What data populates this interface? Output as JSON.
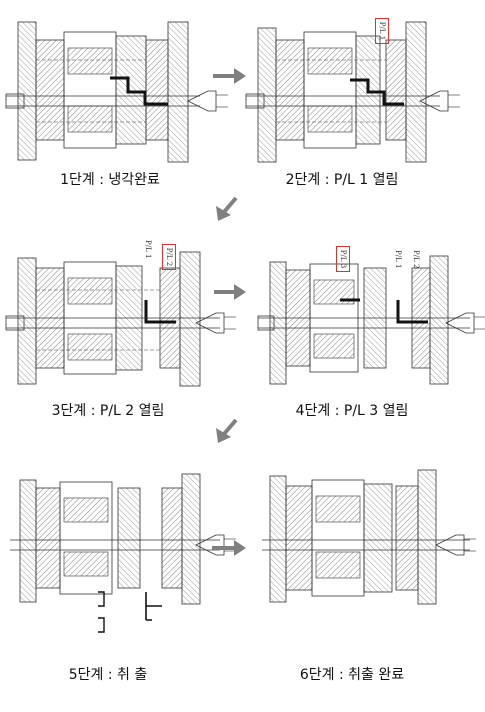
{
  "steps": [
    {
      "caption": "1단계 : 냉각완료"
    },
    {
      "caption": "2단계 : P/L 1 열림",
      "pl_box": "P/L 1"
    },
    {
      "caption": "3단계 : P/L 2 열림",
      "pl_label": "P/L 1",
      "pl_box": "P/L 2"
    },
    {
      "caption": "4단계 : P/L 3 열림",
      "pl_box": "P/L 3",
      "pl_label_a": "P/L 1",
      "pl_label_b": "P/L 2"
    },
    {
      "caption": "5단계 : 취 출"
    },
    {
      "caption": "6단계 : 취출 완료"
    }
  ],
  "colors": {
    "arrow": "#808080",
    "highlight": "#e03030",
    "line": "#333333",
    "hatch": "#555555"
  },
  "icons": [
    "arrow-right-icon",
    "arrow-down-left-icon"
  ]
}
